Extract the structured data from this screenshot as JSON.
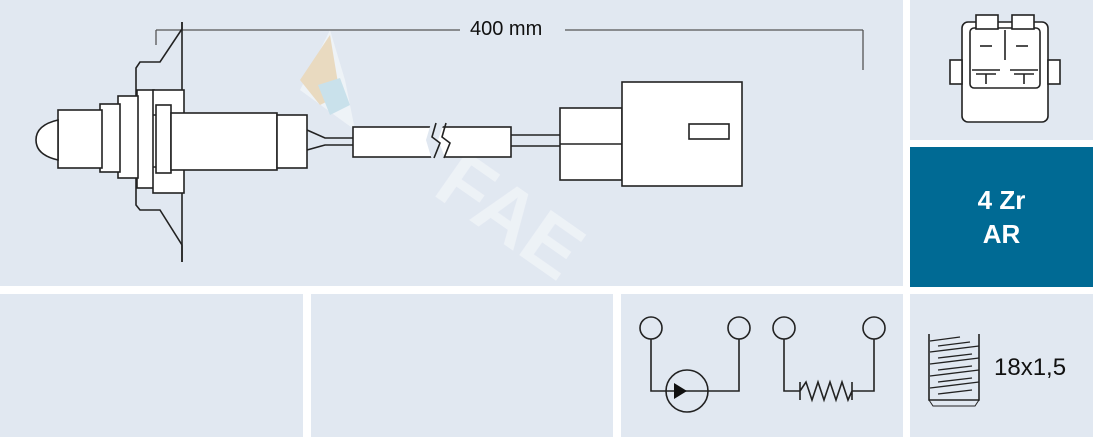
{
  "dimension": {
    "length_label": "400 mm"
  },
  "sensor_type": {
    "line1": "4 Zr",
    "line2": "AR",
    "color": "#006a94"
  },
  "thread": {
    "label": "18x1,5"
  },
  "watermark": {
    "brand": "FAE"
  },
  "panel_color": "#e1e8f1"
}
